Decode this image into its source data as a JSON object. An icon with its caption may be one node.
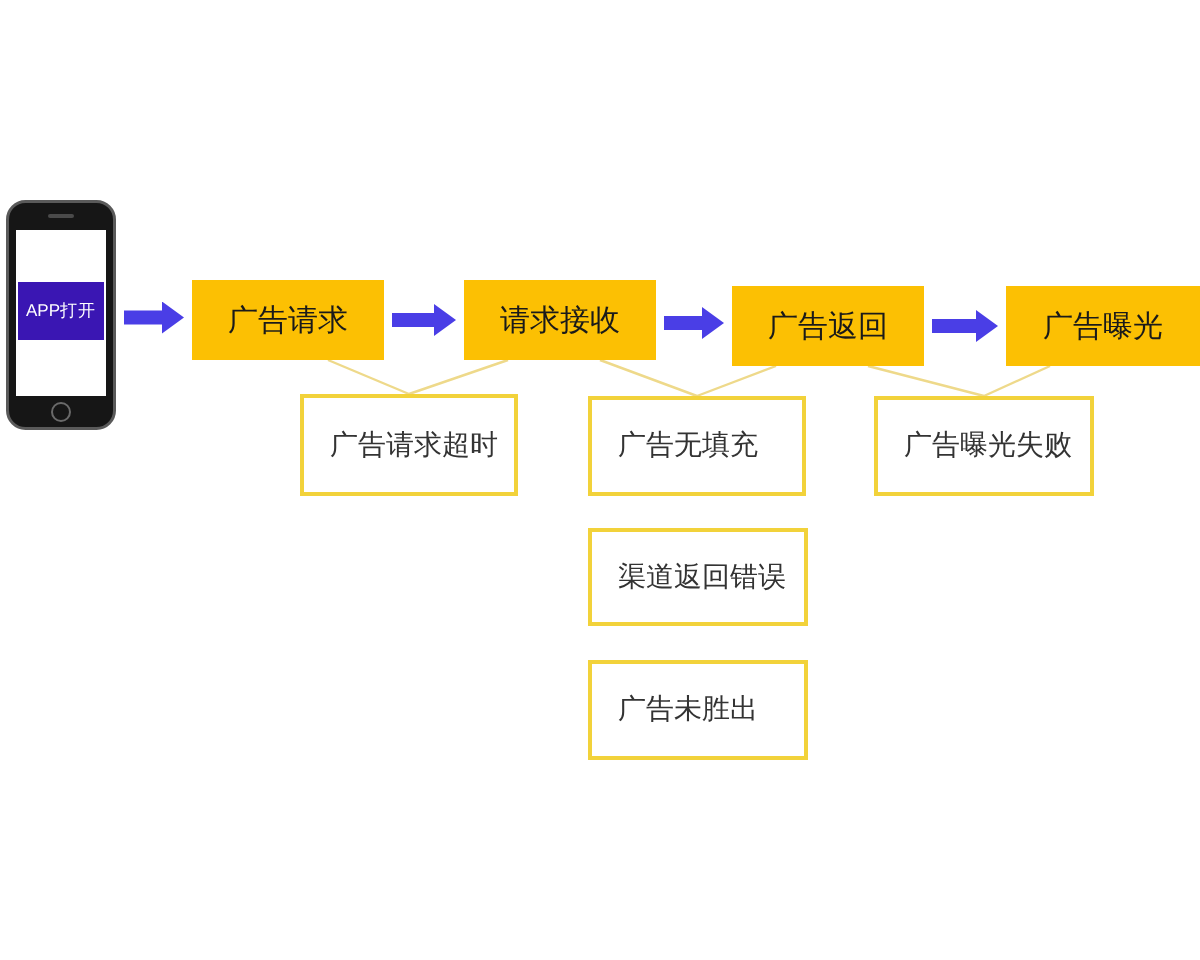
{
  "diagram": {
    "nodes": [
      {
        "text": [],
        "shape": "picture"
      },
      {
        "text": [
          "APP打开"
        ],
        "in": 0
      },
      {
        "text": [
          "广告请求"
        ]
      },
      {
        "text": [
          "请求接收"
        ]
      },
      {
        "text": [
          "广告返回"
        ]
      },
      {
        "text": [
          "广告曝光"
        ]
      },
      {
        "text": [
          "广告请求超时"
        ]
      },
      {
        "text": [
          "广告无填充"
        ]
      },
      {
        "text": [
          "广告曝光失败"
        ]
      },
      {
        "text": [
          "渠道返回错误"
        ]
      },
      {
        "text": [
          "广告未胜出"
        ]
      }
    ],
    "edges": [
      {
        "from": 0,
        "to": 2,
        "arrow": "to",
        "style": "thick",
        "color": "#4a3ee6"
      },
      {
        "from": 2,
        "to": 3,
        "arrow": "to",
        "style": "thick",
        "color": "#4a3ee6"
      },
      {
        "from": 3,
        "to": 4,
        "arrow": "to",
        "style": "thick",
        "color": "#4a3ee6"
      },
      {
        "from": 4,
        "to": 5,
        "arrow": "to",
        "style": "thick",
        "color": "#4a3ee6"
      },
      {
        "from": 2,
        "to": 6,
        "arrow": "none"
      },
      {
        "from": 3,
        "to": 6,
        "arrow": "none"
      },
      {
        "from": 3,
        "to": 7,
        "arrow": "none"
      },
      {
        "from": 4,
        "to": 7,
        "arrow": "none"
      },
      {
        "from": 4,
        "to": 8,
        "arrow": "none"
      },
      {
        "from": 5,
        "to": 8,
        "arrow": "none"
      }
    ]
  }
}
